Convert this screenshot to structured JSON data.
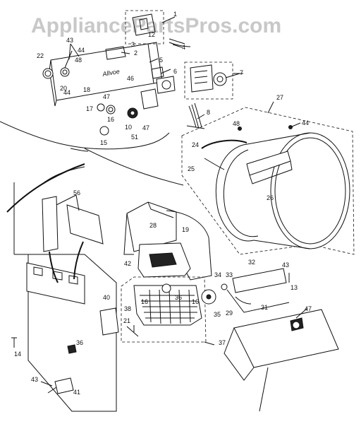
{
  "watermark": "AppliancePartsPros.com",
  "panel_brand": "Allvoe",
  "labels": [
    "1",
    "2",
    "3",
    "4",
    "5",
    "6",
    "7",
    "8",
    "10",
    "12",
    "13",
    "14",
    "15",
    "16",
    "17",
    "18",
    "19",
    "20",
    "21",
    "22",
    "24",
    "25",
    "26",
    "27",
    "28",
    "29",
    "31",
    "32",
    "33",
    "34",
    "35",
    "36",
    "37",
    "38",
    "40",
    "41",
    "42",
    "43",
    "44",
    "46",
    "47",
    "48",
    "51",
    "56"
  ]
}
